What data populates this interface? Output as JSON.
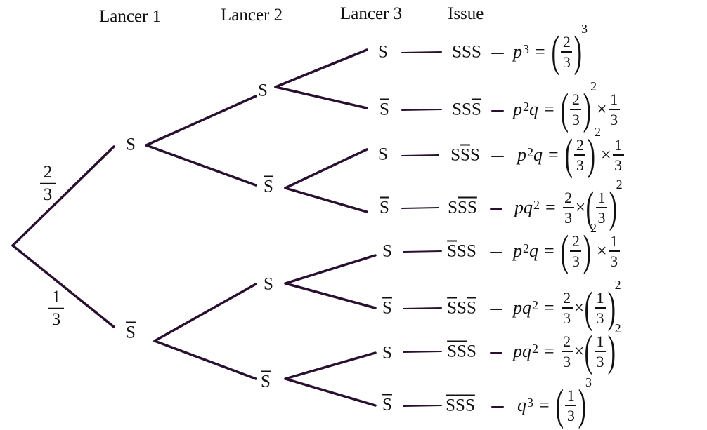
{
  "headers": [
    "Lancer 1",
    "Lancer 2",
    "Lancer 3",
    "Issue"
  ],
  "probabilities": {
    "upper": {
      "num": "2",
      "den": "3"
    },
    "lower": {
      "num": "1",
      "den": "3"
    }
  },
  "node_labels": {
    "S": "S",
    "S_bar": "S"
  },
  "issues": [
    {
      "text": "SSS",
      "bars": [
        false,
        false,
        false
      ],
      "formula": "p³ = (2/3)³"
    },
    {
      "text": "SSS",
      "bars": [
        false,
        false,
        true
      ],
      "formula": "p²q = (2/3)² × 1/3"
    },
    {
      "text": "SSS",
      "bars": [
        false,
        true,
        false
      ],
      "formula": "p²q = (2/3)² × 1/3"
    },
    {
      "text": "SSS",
      "bars": [
        false,
        true,
        true
      ],
      "formula": "pq² = 2/3 × (1/3)²"
    },
    {
      "text": "SSS",
      "bars": [
        true,
        false,
        false
      ],
      "formula": "p²q = (2/3)² × 1/3"
    },
    {
      "text": "SSS",
      "bars": [
        true,
        false,
        true
      ],
      "formula": "pq² = 2/3 × (1/3)²"
    },
    {
      "text": "SSS",
      "bars": [
        true,
        true,
        false
      ],
      "formula": "pq² = 2/3 × (1/3)²"
    },
    {
      "text": "SSS",
      "bars": [
        true,
        true,
        true
      ],
      "formula": "q³ = (1/3)³"
    }
  ],
  "formula_parts": {
    "p": "p",
    "q": "q",
    "eq": "=",
    "times": "×",
    "exp2": "2",
    "exp3": "3",
    "two": "2",
    "one": "1",
    "three": "3"
  },
  "colors": {
    "branch": "#2a1030",
    "text": "#111111"
  }
}
